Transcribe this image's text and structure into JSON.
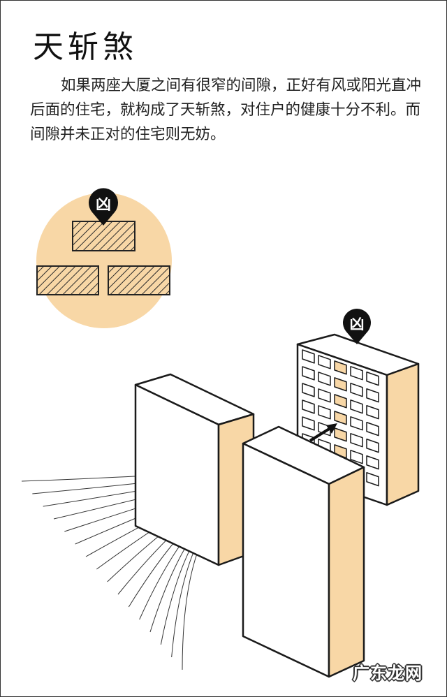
{
  "title": "天斩煞",
  "paragraph": "如果两座大厦之间有很窄的间隙，正好有风或阳光直冲后面的住宅，就构成了天斩煞，对住户的健康十分不利。而间隙并未正对的住宅则无妨。",
  "pin_symbol": "凶",
  "watermark": "广东龙网",
  "colors": {
    "accent": "#f8d7a6",
    "ink": "#1a1a1a"
  }
}
